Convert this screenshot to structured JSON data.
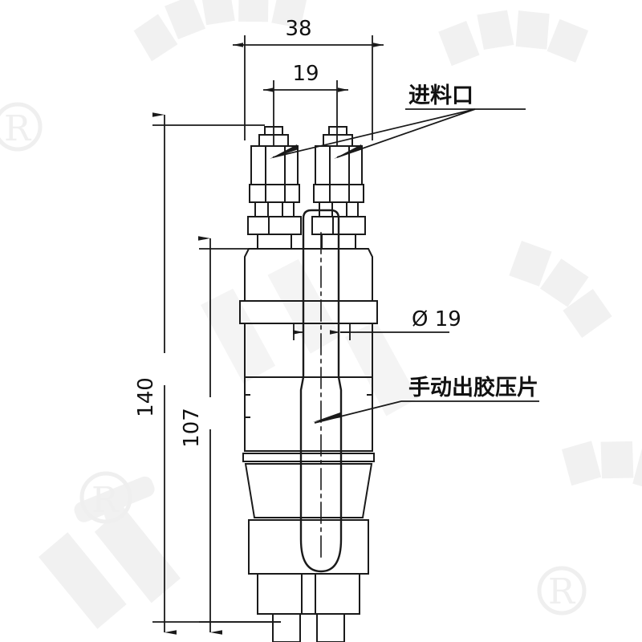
{
  "drawing": {
    "title": "Dual-head manual glue dispensing valve assembly drawing",
    "background_color": "#ffffff",
    "line_color": "#1a1a1a",
    "watermark_color": "#f0f0f0"
  },
  "dimensions": {
    "overall_width": "38",
    "center_spacing": "19",
    "overall_height": "140",
    "body_height": "107",
    "diameter": "Ø 19"
  },
  "labels": {
    "feed_inlet": "进料口",
    "manual_press": "手动出胶压片",
    "diameter_label": "Ø 19",
    "width_label": "38",
    "spacing_label": "19",
    "height_label": "140",
    "body_label": "107"
  },
  "watermarks": {
    "registered_mark": "®",
    "brand_glyph": "Ⓡ"
  }
}
